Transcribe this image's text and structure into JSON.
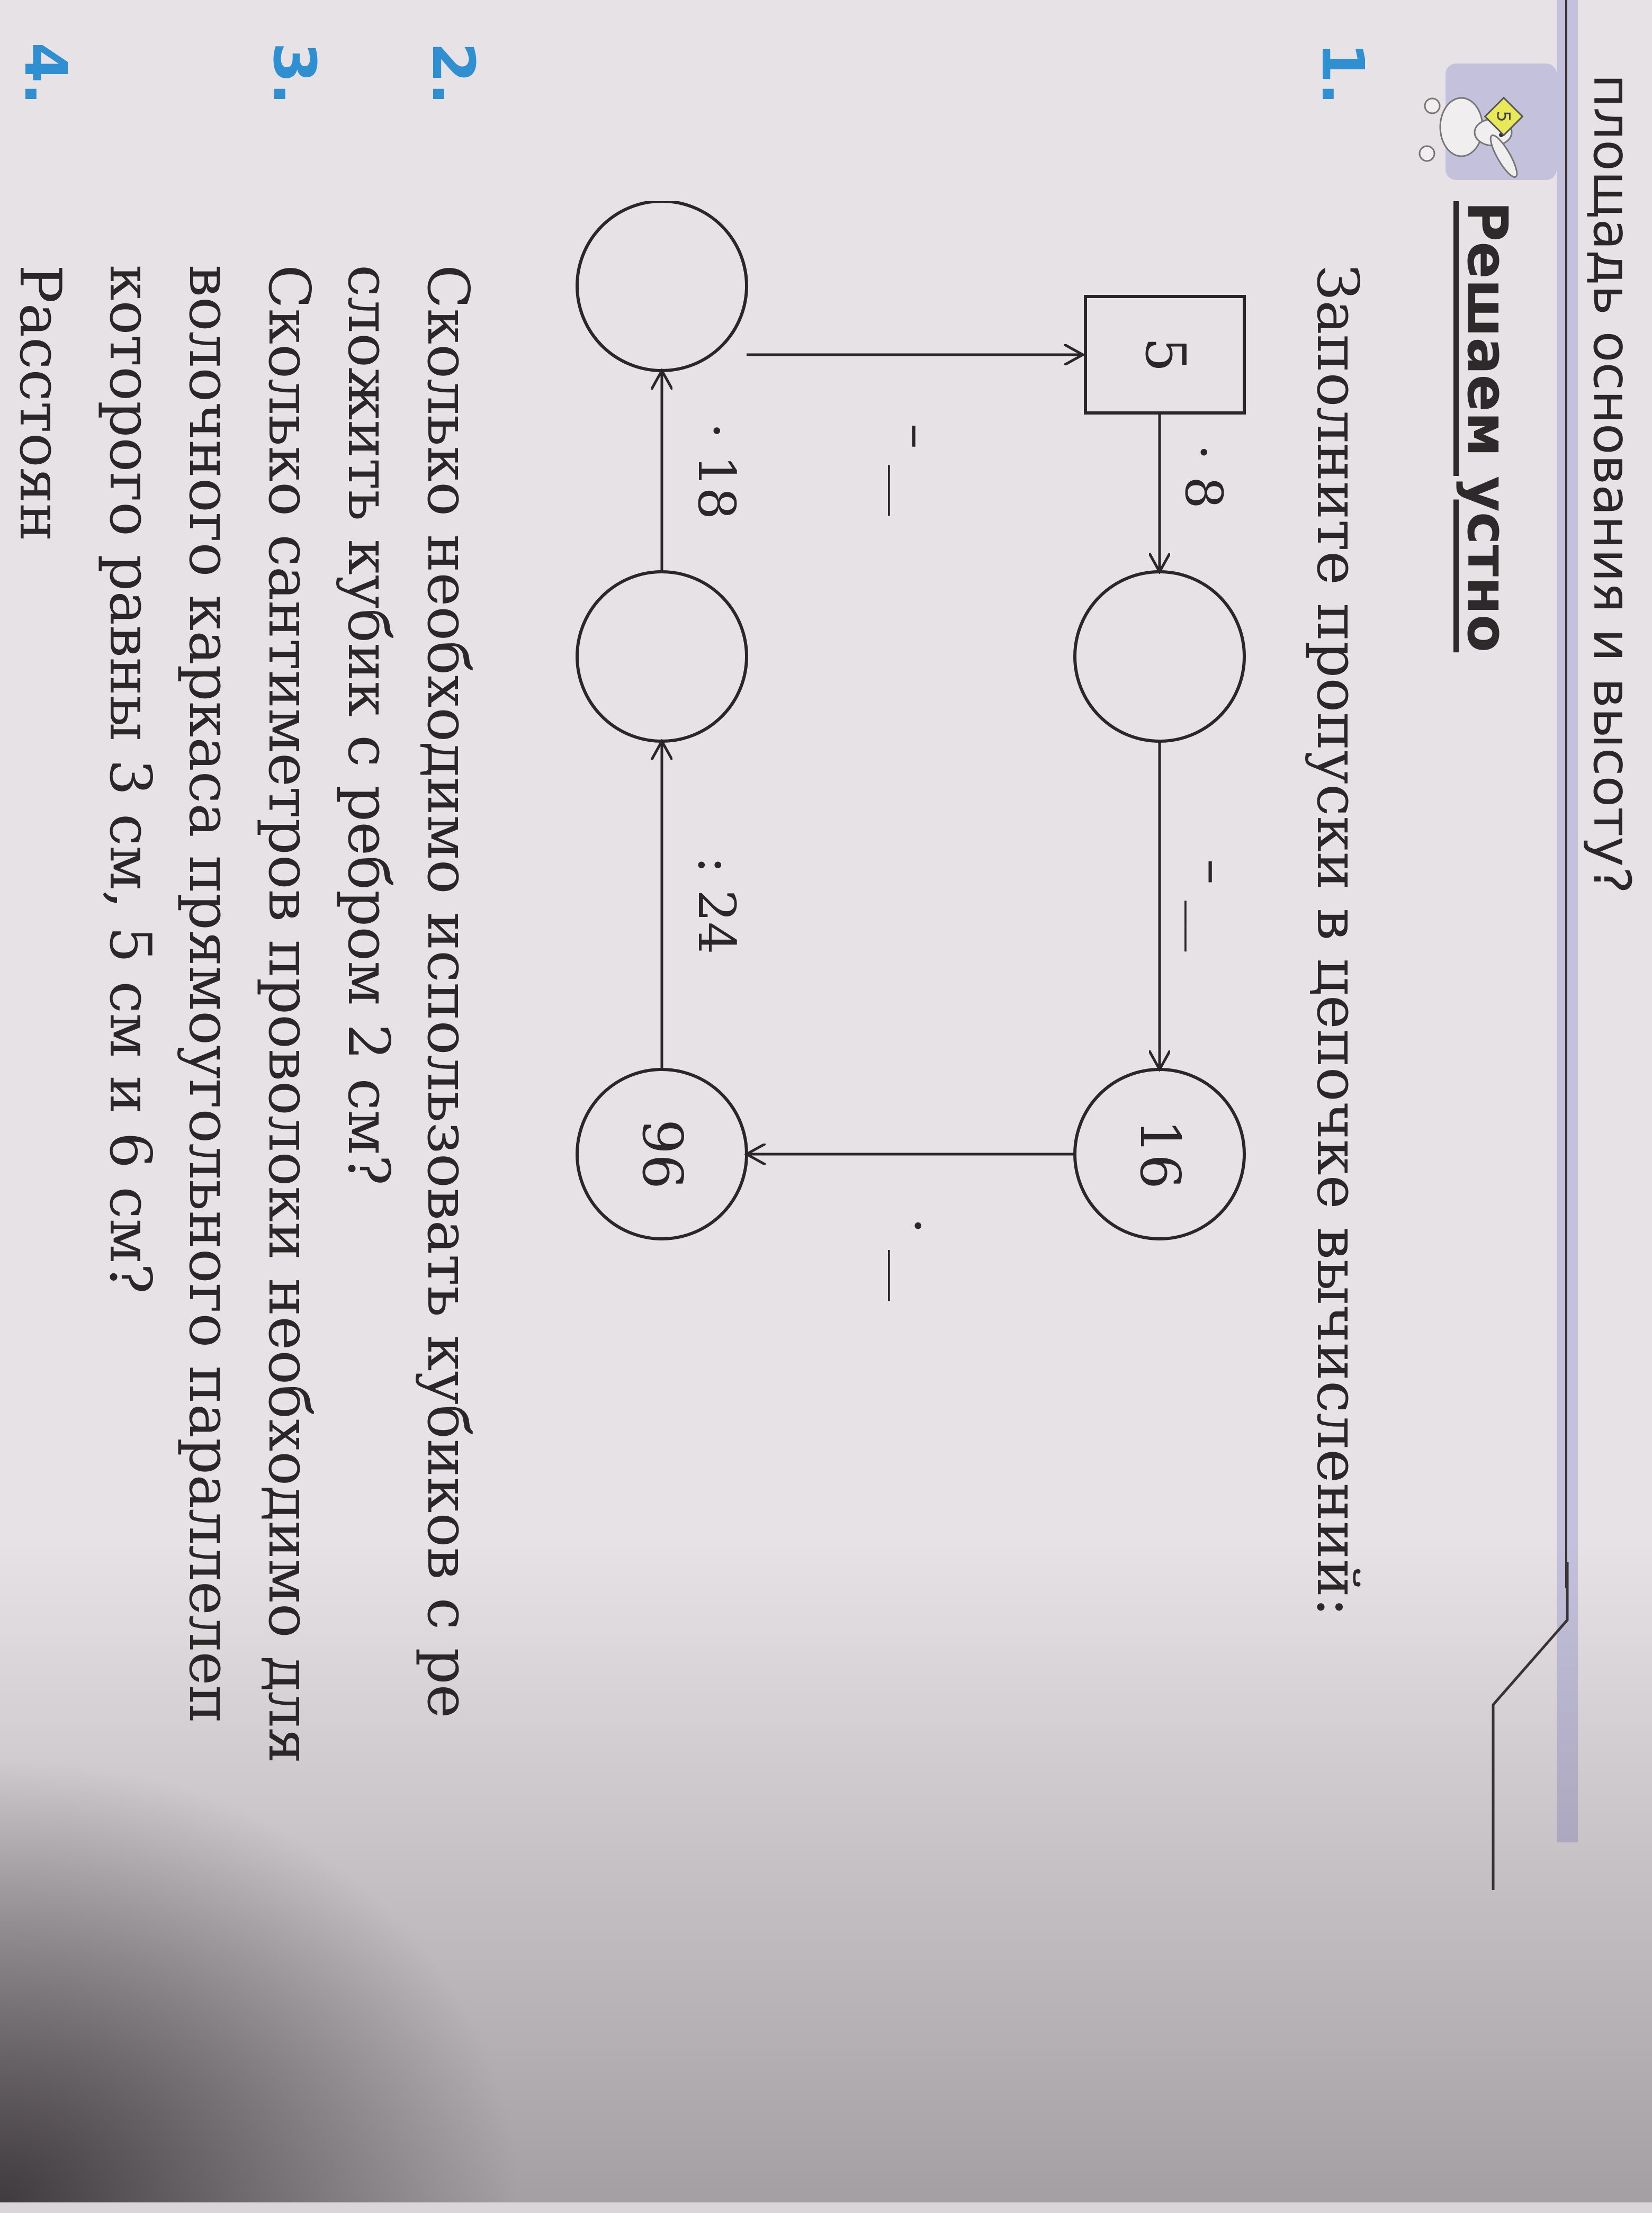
{
  "page": {
    "top_line": "площадь основания и высоту?",
    "section_title": "Решаем устно",
    "badge": {
      "icon": "rabbit-mascot-icon",
      "number": "5",
      "color": "#e8e85a"
    }
  },
  "tasks": [
    {
      "number": "1.",
      "text": "Заполните пропуски в цепочке вычислений:"
    },
    {
      "number": "2.",
      "lines": [
        "Сколько необходимо использовать кубиков с ре",
        "сложить кубик с ребром 2 см?"
      ]
    },
    {
      "number": "3.",
      "lines": [
        "Сколько сантиметров проволоки необходимо для",
        "волочного каркаса прямоугольного параллелеп",
        "которого равны 3 см, 5 см и 6 см?"
      ]
    },
    {
      "number": "4.",
      "lines": [
        "Расстоян"
      ]
    }
  ],
  "diagram": {
    "nodes": [
      {
        "id": "start",
        "shape": "square",
        "value": "5"
      },
      {
        "id": "n1",
        "shape": "circle",
        "value": ""
      },
      {
        "id": "n2",
        "shape": "circle",
        "value": "16"
      },
      {
        "id": "n3",
        "shape": "circle",
        "value": "96"
      },
      {
        "id": "n4",
        "shape": "circle",
        "value": ""
      },
      {
        "id": "n5",
        "shape": "circle",
        "value": ""
      }
    ],
    "edges": [
      {
        "from": "start",
        "to": "n1",
        "op": "· 8"
      },
      {
        "from": "n1",
        "to": "n2",
        "op": "– __"
      },
      {
        "from": "n2",
        "to": "n3",
        "op": "· __"
      },
      {
        "from": "n3",
        "to": "n4",
        "op": ": 24"
      },
      {
        "from": "n4",
        "to": "n5",
        "op": "· 18"
      },
      {
        "from": "n5",
        "to": "start",
        "op": "– __"
      }
    ]
  },
  "colors": {
    "task_number": "#2f8fd0",
    "paper": "#e6e2e5",
    "ink": "#2b2628",
    "header_lilac": "#b8b6d8"
  }
}
